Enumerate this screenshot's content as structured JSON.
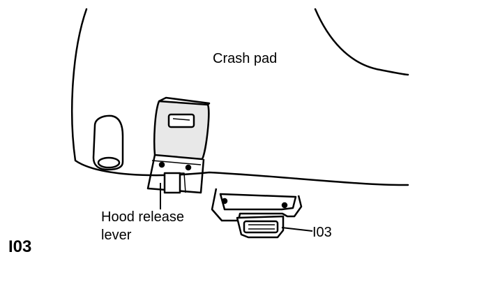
{
  "diagram": {
    "labels": {
      "crash_pad": "Crash pad",
      "hood_release_line1": "Hood release",
      "hood_release_line2": "lever",
      "connector_callout": "I03",
      "figure_id": "I03"
    }
  }
}
